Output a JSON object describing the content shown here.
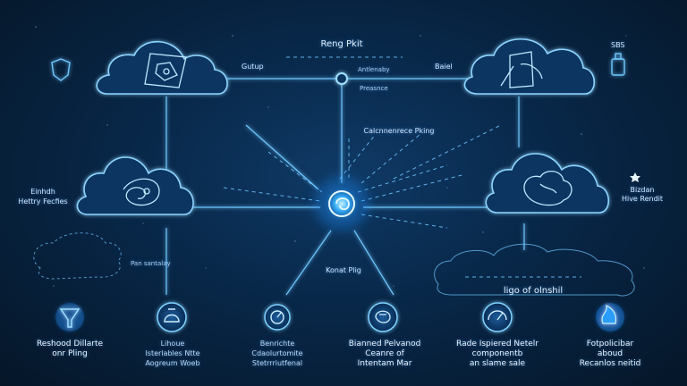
{
  "diagram": {
    "top_center": {
      "title": "Reng Pkit",
      "label_a": "Antlenaby",
      "label_b": "Preasnce"
    },
    "top_left_connector": "Gutup",
    "top_right_connector": "Baiel",
    "top_right_corner": "SBS",
    "middle_label": "Calcnnenrece Pking",
    "left_cloud_label": [
      "Einhdh",
      "Hettry Fecfies"
    ],
    "right_cloud_label": [
      "Bizdan",
      "Hive Rendit"
    ],
    "left_shape_label": "Pan santalay",
    "center_bottom_label": "Konat Plig",
    "right_shape_label": "ligo of olnshil"
  },
  "bottom_nodes": [
    {
      "title": [
        "Reshood Dillarte",
        "onr Pling"
      ],
      "sub": []
    },
    {
      "title": [],
      "sub": [
        "Lihoue",
        "Isterlables Ntte",
        "Aogreum Woeb"
      ]
    },
    {
      "title": [],
      "sub": [
        "Benrichte",
        "Cdaolurtomite",
        "Stetrrriutfenal"
      ]
    },
    {
      "title": [
        "Bianned Pelvanod",
        "Ceanre of",
        "Intentam Mar"
      ],
      "sub": []
    },
    {
      "title": [
        "Rade Ispiered Netelr",
        "componentb",
        "an slame sale"
      ],
      "sub": []
    },
    {
      "title": [
        "Fotpolicibar",
        "aboud",
        "Recanlos neitid"
      ],
      "sub": []
    }
  ],
  "colors": {
    "accent": "#48b8ff",
    "glow": "#1e90ff",
    "line": "#6fc7ff",
    "background": "#061a31"
  },
  "icons": [
    "shield-icon",
    "puzzle-icon",
    "vr-headset-icon",
    "grid-icon",
    "rose-icon",
    "heart-icon",
    "medal-icon",
    "lightbulb-icon",
    "speedometer-icon",
    "brain-icon",
    "gauge-icon",
    "flame-icon",
    "bottle-icon",
    "star-icon"
  ]
}
